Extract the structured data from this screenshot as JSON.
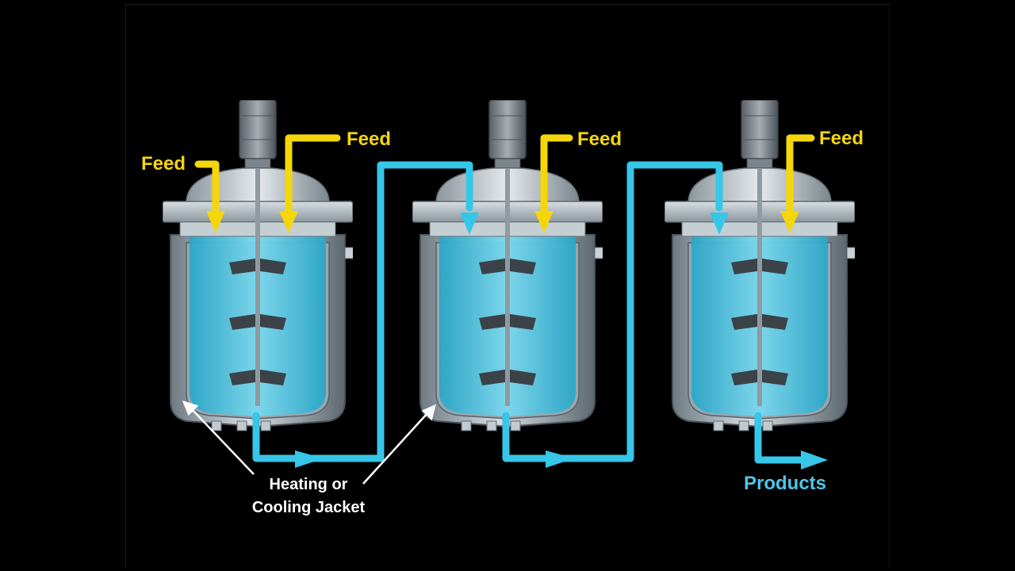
{
  "labels": {
    "feed_1": "Feed",
    "feed_2": "Feed",
    "feed_3": "Feed",
    "feed_4": "Feed",
    "jacket_line_1": "Heating or",
    "jacket_line_2": "Cooling Jacket",
    "products": "Products"
  },
  "reactor_count": 3,
  "icons": {
    "feed_arrow": "down-arrow-icon",
    "flow_arrow": "right-arrow-icon"
  },
  "colors": {
    "background": "#000000",
    "feed": "#f5d60a",
    "flow": "#35c6e8",
    "liquid": "#5ccbe3",
    "vessel": "#b8c2c8",
    "label_white": "#ffffff",
    "products_label": "#4fc6e6"
  }
}
